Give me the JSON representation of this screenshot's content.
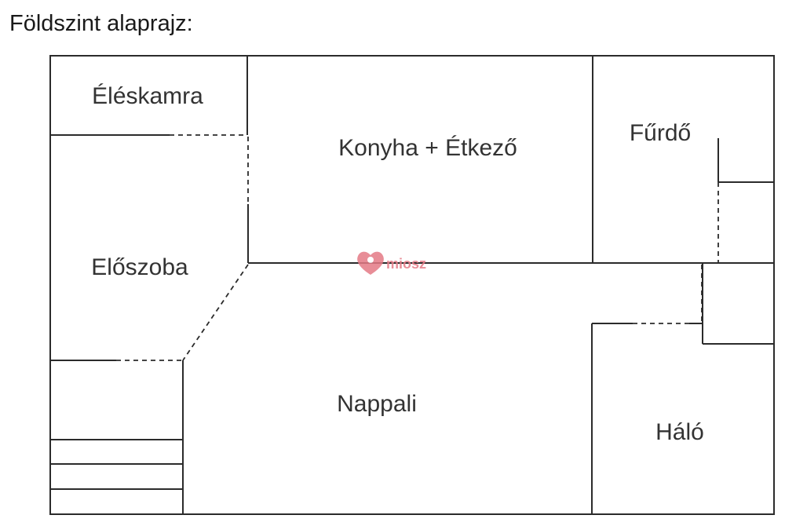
{
  "title": "Földszint alaprajz:",
  "rooms": {
    "pantry": "Éléskamra",
    "kitchen": "Konyha + Étkező",
    "bathroom": "Fűrdő",
    "hallway": "Előszoba",
    "living": "Nappali",
    "bedroom": "Háló"
  },
  "watermark": {
    "text": "miosz",
    "color": "#e57a86",
    "icon": "heart-logo-icon"
  },
  "colors": {
    "wall": "#2b2b2b",
    "label": "#333333"
  }
}
